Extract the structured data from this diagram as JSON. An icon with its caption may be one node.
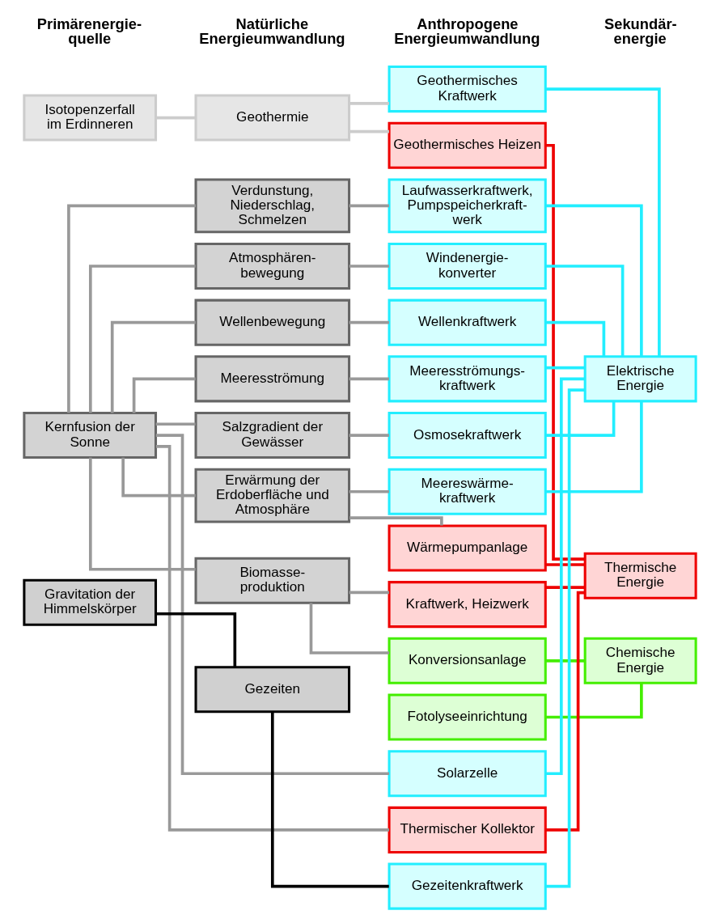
{
  "diagram": {
    "nodes": [
      {
        "text": [
          "Isotopenzerfall im Erdinneren"
        ]
      },
      {
        "text": [
          "Geothermie"
        ]
      },
      {
        "text": [
          "Geothermisches Kraftwerk"
        ]
      },
      {
        "text": [
          "Elektrische Energie"
        ]
      },
      {
        "text": [
          "Geothermisches Heizen"
        ]
      },
      {
        "text": [
          "Thermische Energie"
        ]
      },
      {
        "text": [
          "Verdunstung, Niederschlag, Schmelzen"
        ]
      },
      {
        "text": [
          "Laufwasserkraftwerk, Pumpspeicherkraft- werk"
        ]
      },
      {
        "text": [
          "Atmosphären- bewegung"
        ]
      },
      {
        "text": [
          "Windenergie- konverter"
        ]
      },
      {
        "text": [
          "Chemische Energie"
        ]
      },
      {
        "text": [
          "Kernfusion der Sonne"
        ]
      },
      {
        "text": [
          "Wellenbewegung"
        ]
      },
      {
        "text": [
          "Wellenkraftwerk"
        ]
      },
      {
        "text": [
          "Meeresströmung"
        ]
      },
      {
        "text": [
          "Meeresströmungs- kraftwerk"
        ]
      },
      {
        "text": [
          "Salzgradient der Gewässer"
        ]
      },
      {
        "text": [
          "Osmosekraftwerk"
        ]
      },
      {
        "text": [
          "Erwärmung der Erdoberfläche und Atmosphäre"
        ]
      },
      {
        "text": [
          "Meereswärme- kraftwerk"
        ]
      },
      {
        "text": [
          "Wärmepumpanlage"
        ]
      },
      {
        "text": [
          "Biomasse- produktion"
        ]
      },
      {
        "text": [
          "Kraftwerk, Heizwerk"
        ]
      },
      {
        "text": [
          "Konversionsanlage"
        ]
      },
      {
        "text": [
          "Fotolyseeinrichtung"
        ]
      },
      {
        "text": [
          "Solarzelle"
        ]
      },
      {
        "text": [
          "Thermischer Kollektor"
        ]
      },
      {
        "text": [
          "Gravitation der Himmelskörper"
        ]
      },
      {
        "text": [
          "Gezeiten"
        ]
      },
      {
        "text": [
          "Gezeitenkraftwerk"
        ]
      }
    ],
    "edges": [
      {
        "from": 0,
        "to": 1,
        "arrow": "none",
        "color": "#cccccc"
      },
      {
        "from": 1,
        "to": 2,
        "arrow": "none",
        "color": "#cccccc"
      },
      {
        "from": 1,
        "to": 4,
        "arrow": "none",
        "color": "#cccccc"
      },
      {
        "from": 2,
        "to": 3,
        "arrow": "none",
        "color": "#22eeff"
      },
      {
        "from": 4,
        "to": 5,
        "arrow": "none",
        "color": "#ee0000"
      },
      {
        "from": 11,
        "to": 6,
        "arrow": "none"
      },
      {
        "from": 6,
        "to": 7,
        "arrow": "none"
      },
      {
        "from": 7,
        "to": 3,
        "arrow": "none",
        "color": "#22eeff"
      },
      {
        "from": 11,
        "to": 8,
        "arrow": "none"
      },
      {
        "from": 8,
        "to": 9,
        "arrow": "none"
      },
      {
        "from": 9,
        "to": 3,
        "arrow": "none",
        "color": "#22eeff"
      },
      {
        "from": 11,
        "to": 12,
        "arrow": "none"
      },
      {
        "from": 12,
        "to": 13,
        "arrow": "none"
      },
      {
        "from": 13,
        "to": 3,
        "arrow": "none",
        "color": "#22eeff"
      },
      {
        "from": 11,
        "to": 14,
        "arrow": "none"
      },
      {
        "from": 14,
        "to": 15,
        "arrow": "none"
      },
      {
        "from": 15,
        "to": 3,
        "arrow": "none",
        "color": "#22eeff"
      },
      {
        "from": 11,
        "to": 16,
        "arrow": "none"
      },
      {
        "from": 16,
        "to": 17,
        "arrow": "none"
      },
      {
        "from": 17,
        "to": 3,
        "arrow": "none",
        "color": "#22eeff"
      },
      {
        "from": 11,
        "to": 18,
        "arrow": "none"
      },
      {
        "from": 18,
        "to": 19,
        "arrow": "none"
      },
      {
        "from": 18,
        "to": 20,
        "arrow": "none"
      },
      {
        "from": 19,
        "to": 3,
        "arrow": "none",
        "color": "#22eeff"
      },
      {
        "from": 20,
        "to": 5,
        "arrow": "none",
        "color": "#ee0000"
      },
      {
        "from": 11,
        "to": 21,
        "arrow": "none"
      },
      {
        "from": 21,
        "to": 22,
        "arrow": "none"
      },
      {
        "from": 21,
        "to": 23,
        "arrow": "none"
      },
      {
        "from": 22,
        "to": 5,
        "arrow": "none",
        "color": "#ee0000"
      },
      {
        "from": 23,
        "to": 10,
        "arrow": "none",
        "color": "#44ee00"
      },
      {
        "from": 24,
        "to": 10,
        "arrow": "none",
        "color": "#44ee00"
      },
      {
        "from": 11,
        "to": 25,
        "arrow": "none"
      },
      {
        "from": 11,
        "to": 26,
        "arrow": "none"
      },
      {
        "from": 25,
        "to": 3,
        "arrow": "none",
        "color": "#22eeff"
      },
      {
        "from": 26,
        "to": 5,
        "arrow": "none",
        "color": "#ee0000"
      },
      {
        "from": 27,
        "to": 28,
        "arrow": "none",
        "color": "#000000"
      },
      {
        "from": 28,
        "to": 29,
        "arrow": "none",
        "color": "#000000"
      },
      {
        "from": 29,
        "to": 3,
        "arrow": "none",
        "color": "#22eeff"
      }
    ],
    "labels": [
      "Primärenergie- quelle",
      "Natürliche Energieumwandlung",
      "Anthropogene Energieumwandlung",
      "Sekundär- energie"
    ]
  }
}
